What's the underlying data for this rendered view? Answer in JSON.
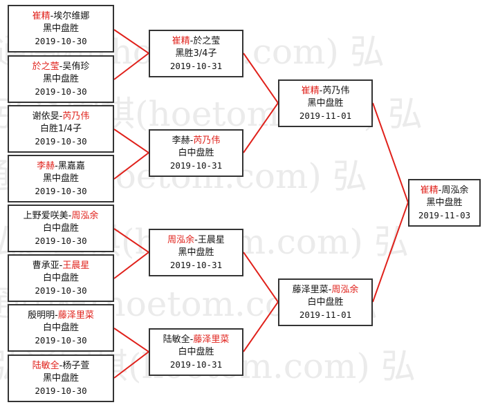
{
  "watermark": "弘通围棋(hoetom.com)",
  "colors": {
    "winner": "#e0211b",
    "connector": "#e0211b",
    "border": "#333333"
  },
  "rounds": [
    {
      "matches": [
        {
          "p1": "崔精",
          "p2": "埃尔维娜",
          "winner": 1,
          "result": "黑中盘胜",
          "date": "2019-10-30"
        },
        {
          "p1": "於之莹",
          "p2": "吴侑珍",
          "winner": 1,
          "result": "黑中盘胜",
          "date": "2019-10-30"
        },
        {
          "p1": "谢依旻",
          "p2": "芮乃伟",
          "winner": 2,
          "result": "白胜1/4子",
          "date": "2019-10-30"
        },
        {
          "p1": "李赫",
          "p2": "黑嘉嘉",
          "winner": 1,
          "result": "黑中盘胜",
          "date": "2019-10-30"
        },
        {
          "p1": "上野爱咲美",
          "p2": "周泓余",
          "winner": 2,
          "result": "白中盘胜",
          "date": "2019-10-30"
        },
        {
          "p1": "曹承亚",
          "p2": "王晨星",
          "winner": 2,
          "result": "白中盘胜",
          "date": "2019-10-30"
        },
        {
          "p1": "殷明明",
          "p2": "藤泽里菜",
          "winner": 2,
          "result": "白中盘胜",
          "date": "2019-10-30"
        },
        {
          "p1": "陆敏全",
          "p2": "杨子萱",
          "winner": 1,
          "result": "黑中盘胜",
          "date": "2019-10-30"
        }
      ]
    },
    {
      "matches": [
        {
          "p1": "崔精",
          "p2": "於之莹",
          "winner": 1,
          "result": "黑胜3/4子",
          "date": "2019-10-31"
        },
        {
          "p1": "李赫",
          "p2": "芮乃伟",
          "winner": 2,
          "result": "白中盘胜",
          "date": "2019-10-31"
        },
        {
          "p1": "周泓余",
          "p2": "王晨星",
          "winner": 1,
          "result": "黑中盘胜",
          "date": "2019-10-31"
        },
        {
          "p1": "陆敏全",
          "p2": "藤泽里菜",
          "winner": 2,
          "result": "白中盘胜",
          "date": "2019-10-31"
        }
      ]
    },
    {
      "matches": [
        {
          "p1": "崔精",
          "p2": "芮乃伟",
          "winner": 1,
          "result": "黑中盘胜",
          "date": "2019-11-01"
        },
        {
          "p1": "藤泽里菜",
          "p2": "周泓余",
          "winner": 2,
          "result": "白中盘胜",
          "date": "2019-11-01"
        }
      ]
    },
    {
      "matches": [
        {
          "p1": "崔精",
          "p2": "周泓余",
          "winner": 1,
          "result": "黑中盘胜",
          "date": "2019-11-03"
        }
      ]
    }
  ]
}
